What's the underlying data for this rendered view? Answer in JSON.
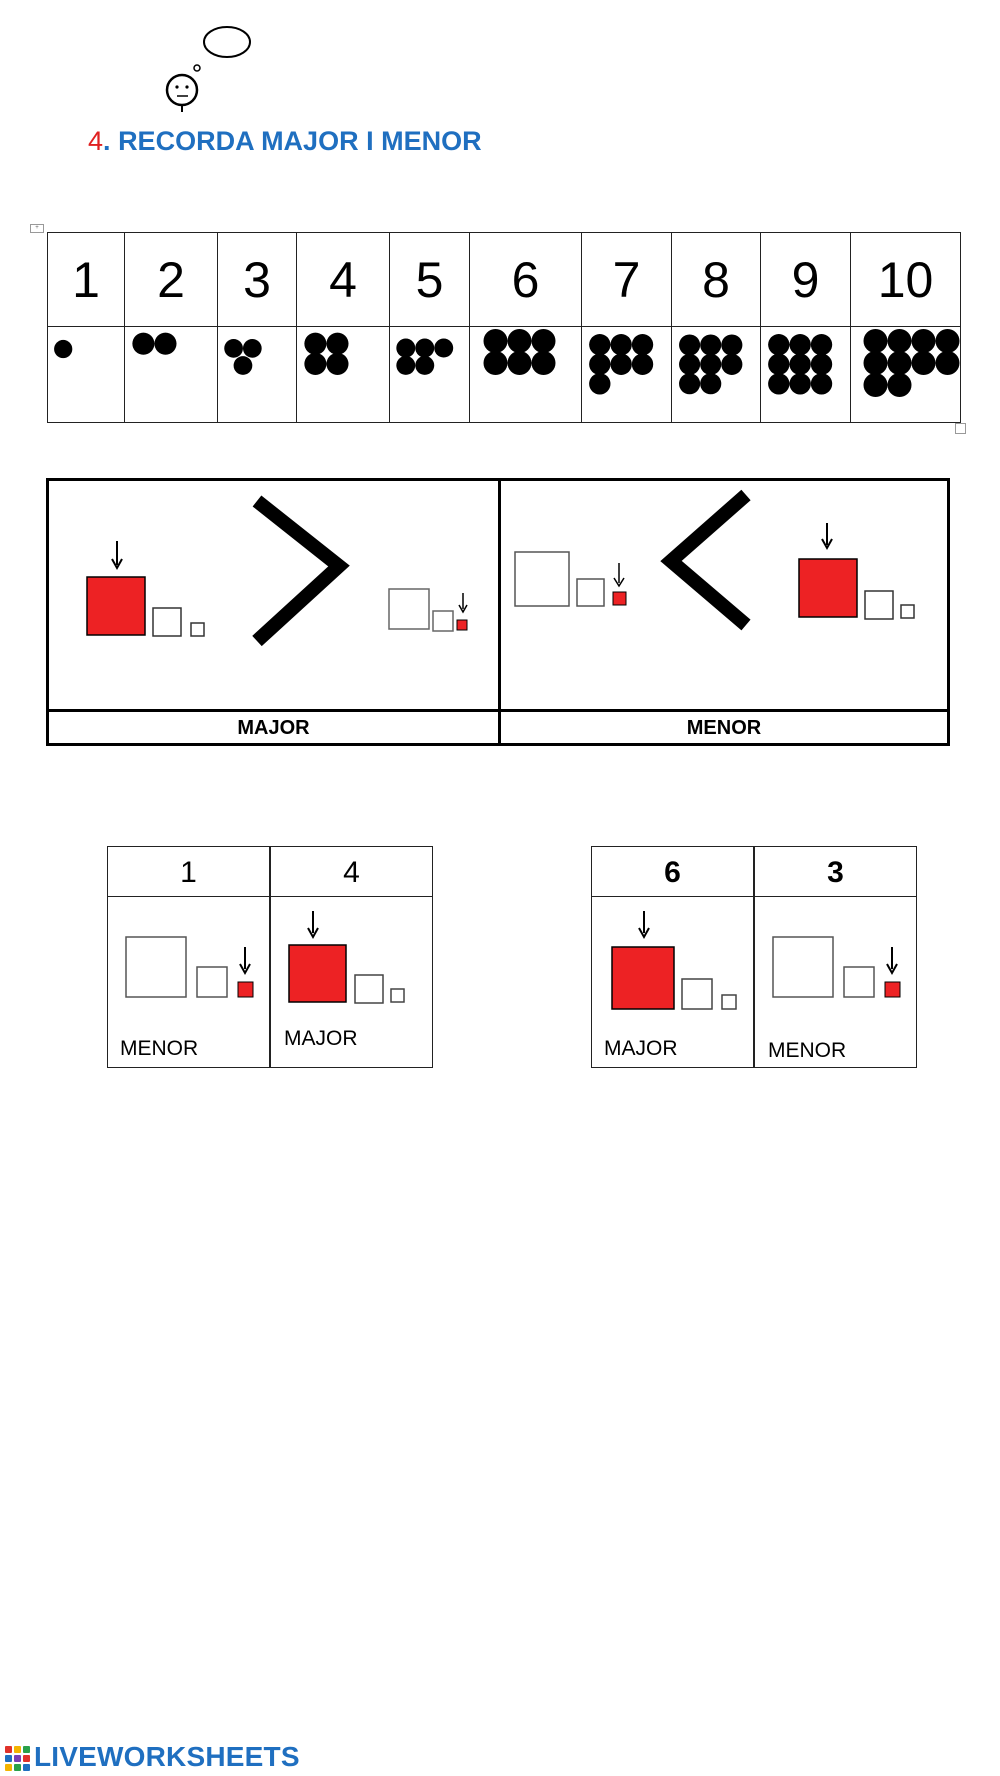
{
  "heading": {
    "number": "4",
    "separator": ".",
    "title": "RECORDA MAJOR I MENOR"
  },
  "number_table": {
    "numbers": [
      "1",
      "2",
      "3",
      "4",
      "5",
      "6",
      "7",
      "8",
      "9",
      "10"
    ],
    "dot_counts": [
      1,
      2,
      3,
      4,
      5,
      6,
      7,
      8,
      9,
      10
    ]
  },
  "comparison": {
    "left_label": "MAJOR",
    "right_label": "MENOR",
    "left_symbol": ">",
    "right_symbol": "<"
  },
  "examples": [
    {
      "cells": [
        {
          "number": "1",
          "word": "MENOR"
        },
        {
          "number": "4",
          "word": "MAJOR"
        }
      ],
      "bold_numbers": false
    },
    {
      "cells": [
        {
          "number": "6",
          "word": "MAJOR"
        },
        {
          "number": "3",
          "word": "MENOR"
        }
      ],
      "bold_numbers": true
    }
  ],
  "footer": {
    "brand": "LIVEWORKSHEETS"
  },
  "colors": {
    "red": "#ed2224",
    "title_blue": "#1f6fc0",
    "number_red": "#e02020"
  }
}
